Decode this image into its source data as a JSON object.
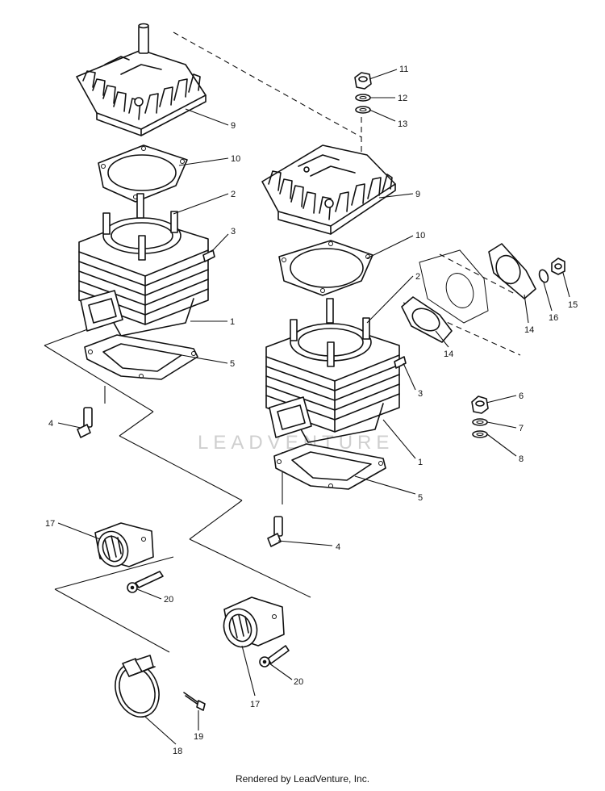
{
  "watermark": "LEADVENTURE",
  "footer": {
    "credit": "Rendered by LeadVenture, Inc."
  },
  "callouts": {
    "c11": "11",
    "c12": "12",
    "c13": "13",
    "c9a": "9",
    "c9b": "9",
    "c10a": "10",
    "c10b": "10",
    "c2a": "2",
    "c2b": "2",
    "c3a": "3",
    "c3b": "3",
    "c1a": "1",
    "c1b": "1",
    "c5a": "5",
    "c5b": "5",
    "c4a": "4",
    "c4b": "4",
    "c14a": "14",
    "c14b": "14",
    "c15": "15",
    "c16": "16",
    "c6": "6",
    "c7": "7",
    "c8": "8",
    "c17a": "17",
    "c17b": "17",
    "c20a": "20",
    "c20b": "20",
    "c18": "18",
    "c19": "19"
  }
}
